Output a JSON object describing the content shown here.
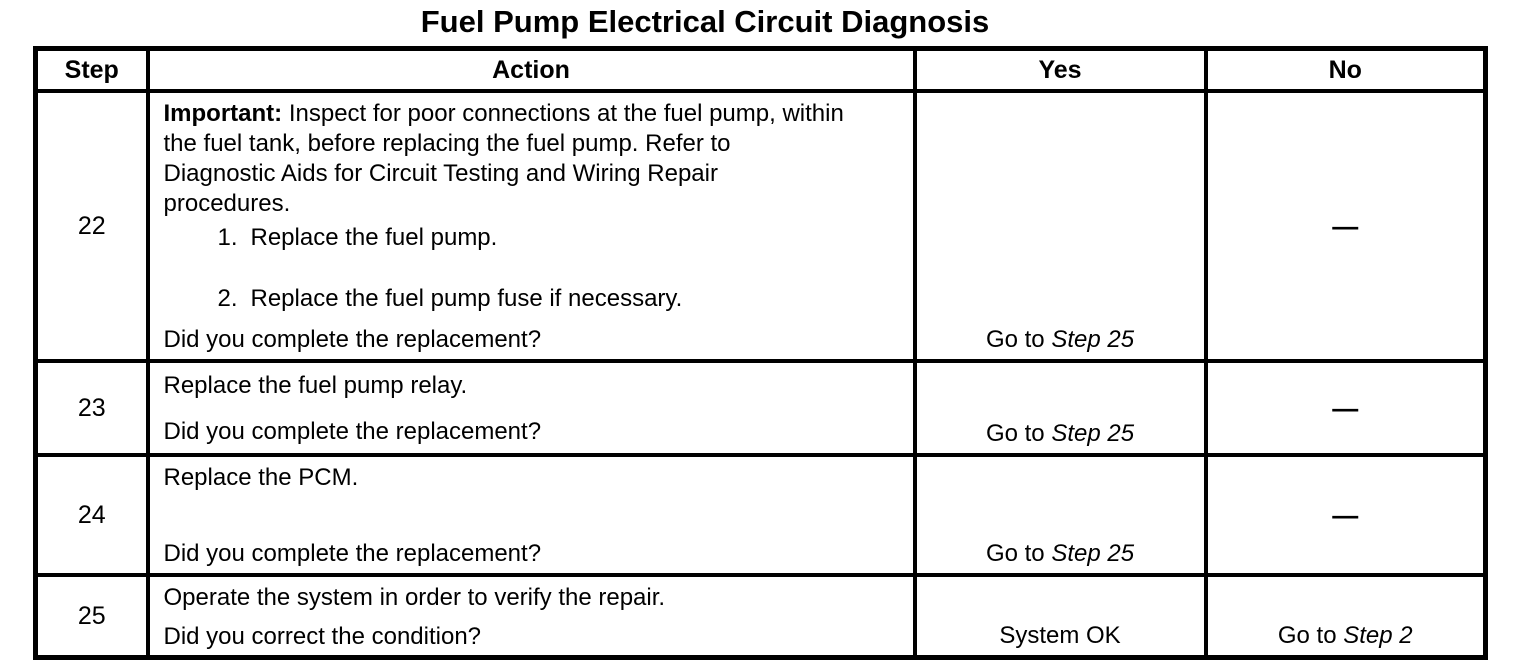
{
  "title": "Fuel Pump Electrical Circuit Diagnosis",
  "table": {
    "headers": {
      "step": "Step",
      "action": "Action",
      "yes": "Yes",
      "no": "No"
    },
    "rows": [
      {
        "step": "22",
        "action": {
          "important_label": "Important:",
          "lines": [
            " Inspect for poor connections at the fuel pump, within",
            "the fuel tank, before replacing the fuel pump. Refer to",
            "Diagnostic Aids for Circuit Testing and Wiring Repair",
            "procedures."
          ],
          "list": [
            {
              "num": "1.",
              "text": "Replace the fuel pump."
            },
            {
              "num": "2.",
              "text": "Replace the fuel pump fuse if necessary."
            }
          ],
          "question": "Did you complete the replacement?"
        },
        "yes": {
          "text": "Go to ",
          "ref": "Step 25"
        },
        "no": {
          "text": "—",
          "ref": ""
        }
      },
      {
        "step": "23",
        "action": {
          "text": "Replace the fuel pump relay.",
          "question": "Did you complete the replacement?"
        },
        "yes": {
          "text": "Go to ",
          "ref": "Step 25"
        },
        "no": {
          "text": "—",
          "ref": ""
        }
      },
      {
        "step": "24",
        "action": {
          "text": "Replace the PCM.",
          "question": "Did you complete the replacement?"
        },
        "yes": {
          "text": "Go to ",
          "ref": "Step 25"
        },
        "no": {
          "text": "—",
          "ref": ""
        }
      },
      {
        "step": "25",
        "action": {
          "text": "Operate the system in order to verify the repair.",
          "question": "Did you correct the condition?"
        },
        "yes": {
          "text": "System OK",
          "ref": ""
        },
        "no": {
          "text": "Go to ",
          "ref": "Step 2"
        }
      }
    ]
  }
}
